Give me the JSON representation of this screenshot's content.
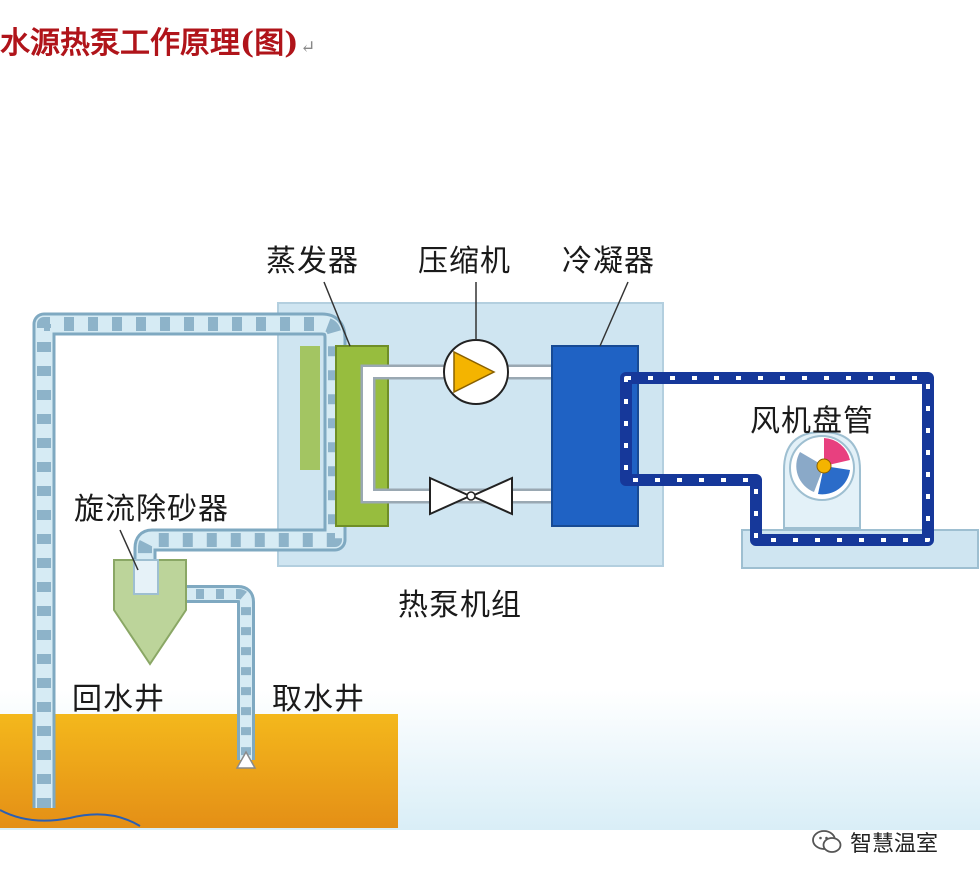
{
  "title": "水源热泵工作原理(图)",
  "title_mark": "↵",
  "labels": {
    "evaporator": "蒸发器",
    "compressor": "压缩机",
    "condenser": "冷凝器",
    "fan_coil": "风机盘管",
    "sand_separator": "旋流除砂器",
    "heat_pump_unit": "热泵机组",
    "return_well": "回水井",
    "supply_well": "取水井"
  },
  "watermark": "智慧温室",
  "colors": {
    "title": "#b0141a",
    "unit_box": "#cfe5f1",
    "evaporator": "#97bd3e",
    "condenser": "#1f62c4",
    "compressor_triangle": "#f4b400",
    "ground": "#e9a019",
    "pipe_light": "#bddcea",
    "pipe_dark": "#16389a"
  }
}
